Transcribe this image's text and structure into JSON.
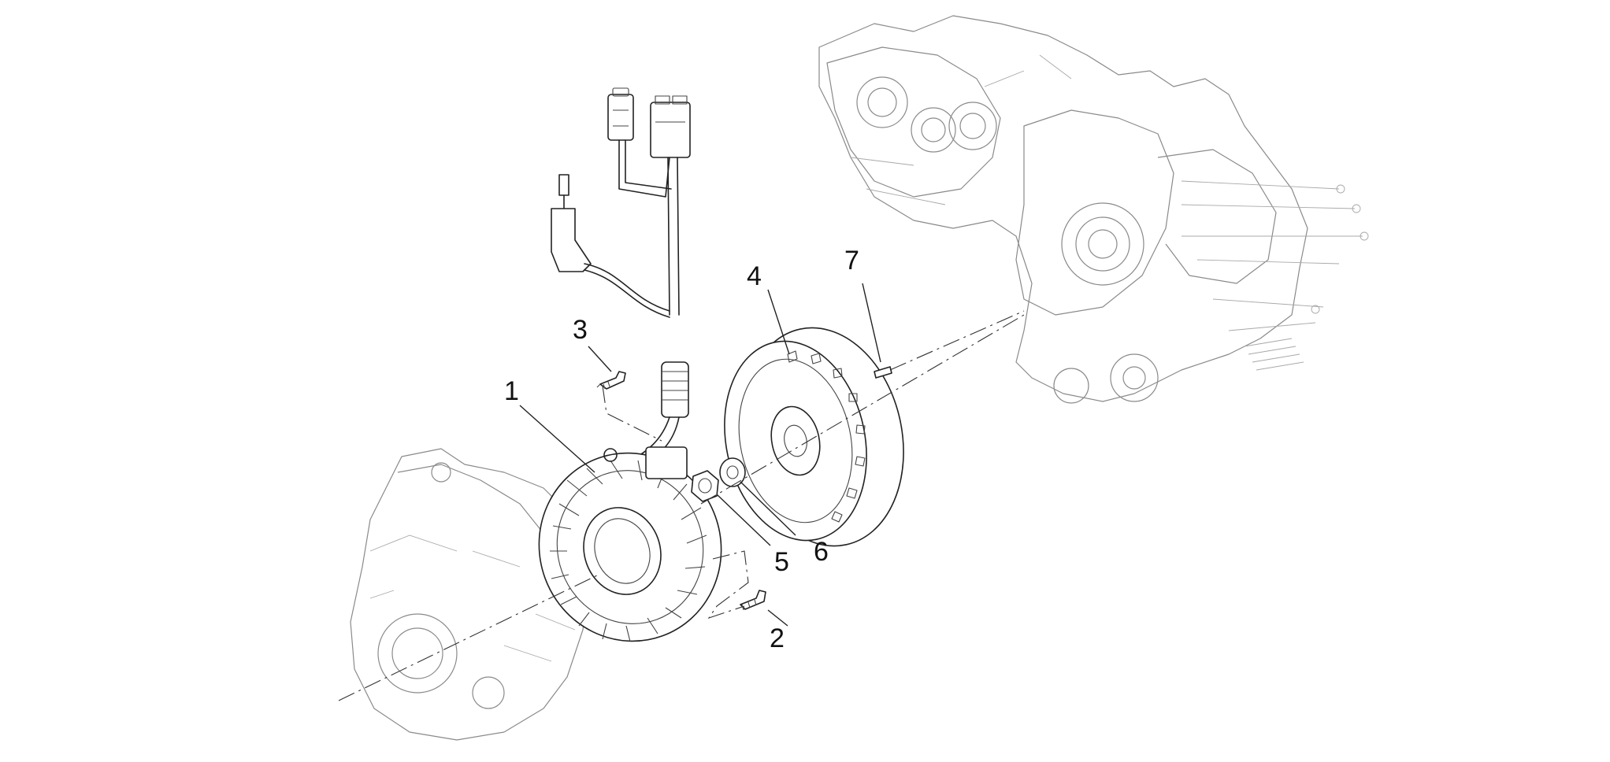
{
  "diagram": {
    "callouts": [
      {
        "id": "1",
        "text": "1"
      },
      {
        "id": "2",
        "text": "2"
      },
      {
        "id": "3",
        "text": "3"
      },
      {
        "id": "4",
        "text": "4"
      },
      {
        "id": "5",
        "text": "5"
      },
      {
        "id": "6",
        "text": "6"
      },
      {
        "id": "7",
        "text": "7"
      }
    ],
    "colors": {
      "line": "#222222",
      "ghost_line": "#8a8a8a",
      "background": "#ffffff"
    }
  }
}
